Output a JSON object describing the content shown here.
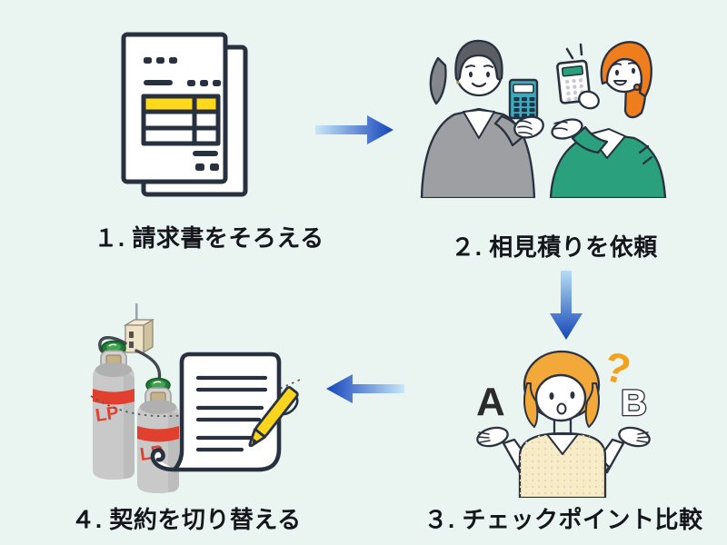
{
  "background_color": "#eaf4f1",
  "steps": [
    {
      "label": "１. 請求書をそろえる",
      "illustration": "invoice-stack"
    },
    {
      "label": "２. 相見積りを依頼",
      "illustration": "two-women-with-calculators"
    },
    {
      "label": "３. チェックポイント比較",
      "illustration": "shrugging-woman-choosing",
      "letters": {
        "a": "A",
        "b": "B",
        "question": "?"
      }
    },
    {
      "label": "４. 契約を切り替える",
      "illustration": "lp-gas-cylinders-and-contract",
      "cylinder_label": "LP"
    }
  ],
  "arrows": [
    {
      "direction": "right",
      "from": 1,
      "to": 2
    },
    {
      "direction": "down",
      "from": 2,
      "to": 3
    },
    {
      "direction": "left",
      "from": 3,
      "to": 4
    }
  ],
  "colors": {
    "background": "#eaf4f1",
    "outline": "#28313f",
    "accent_yellow": "#ffd91a",
    "arrow_blue_dark": "#1345ba",
    "arrow_blue_light": "#c9e7f8",
    "green_jacket": "#2aa07d",
    "orange_hair": "#ee7d1d",
    "amber_hair": "#f3a83a",
    "gray_suit": "#9d9fa2",
    "red_band": "#e2402e",
    "teal_calculator": "#3cacbc",
    "question_orange": "#f2a21b",
    "label_text": "#14161c"
  }
}
